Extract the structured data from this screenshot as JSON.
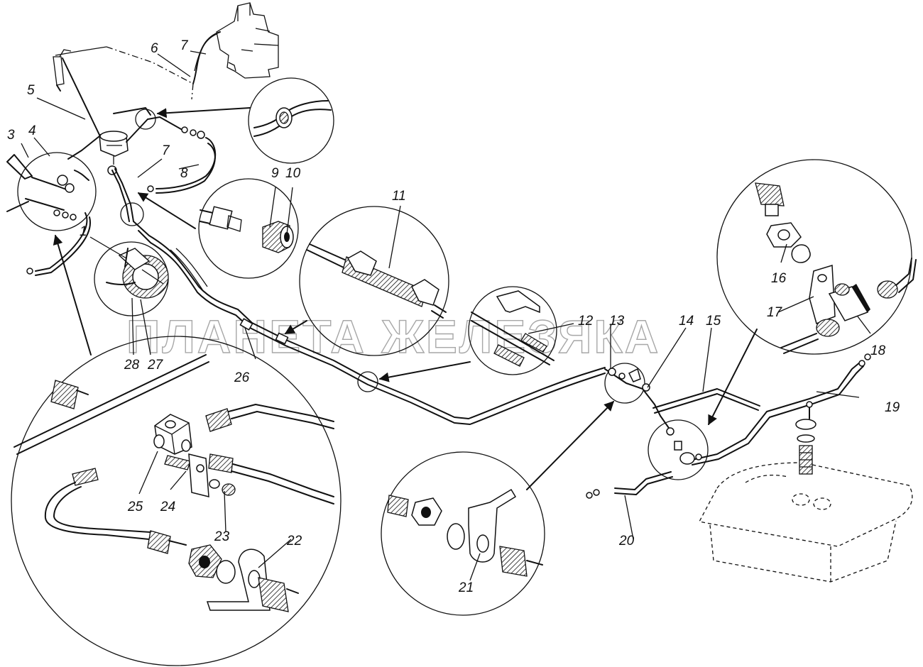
{
  "watermark": "ПЛАНЕТА ЖЕЛЕЗЯКА",
  "callouts": [
    {
      "id": "c1",
      "text": "1"
    },
    {
      "id": "c3",
      "text": "3"
    },
    {
      "id": "c4",
      "text": "4"
    },
    {
      "id": "c5",
      "text": "5"
    },
    {
      "id": "c6",
      "text": "6"
    },
    {
      "id": "c7a",
      "text": "7"
    },
    {
      "id": "c7b",
      "text": "7"
    },
    {
      "id": "c8",
      "text": "8"
    },
    {
      "id": "c9",
      "text": "9"
    },
    {
      "id": "c10",
      "text": "10"
    },
    {
      "id": "c11",
      "text": "11"
    },
    {
      "id": "c12",
      "text": "12"
    },
    {
      "id": "c13",
      "text": "13"
    },
    {
      "id": "c14",
      "text": "14"
    },
    {
      "id": "c15",
      "text": "15"
    },
    {
      "id": "c16",
      "text": "16"
    },
    {
      "id": "c17",
      "text": "17"
    },
    {
      "id": "c18",
      "text": "18"
    },
    {
      "id": "c19",
      "text": "19"
    },
    {
      "id": "c20",
      "text": "20"
    },
    {
      "id": "c21",
      "text": "21"
    },
    {
      "id": "c22",
      "text": "22"
    },
    {
      "id": "c23",
      "text": "23"
    },
    {
      "id": "c24",
      "text": "24"
    },
    {
      "id": "c25",
      "text": "25"
    },
    {
      "id": "c26",
      "text": "26"
    },
    {
      "id": "c27",
      "text": "27"
    },
    {
      "id": "c28",
      "text": "28"
    }
  ]
}
